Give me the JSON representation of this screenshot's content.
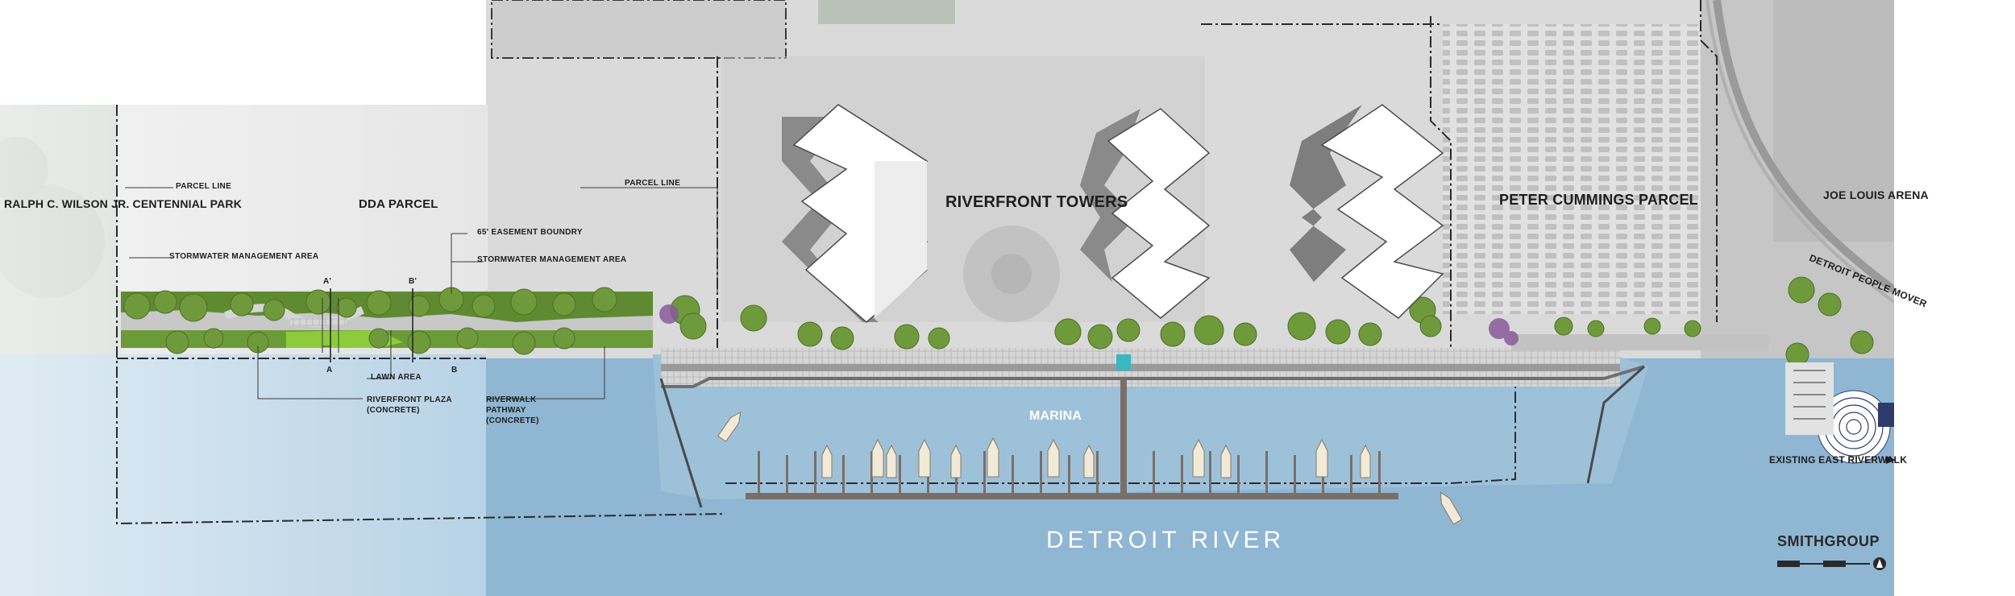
{
  "map": {
    "site_labels": {
      "park": "RALPH C. WILSON JR. CENTENNIAL PARK",
      "dda_parcel": "DDA PARCEL",
      "riverfront_towers": "RIVERFRONT TOWERS",
      "peter_cummings_parcel": "PETER CUMMINGS PARCEL",
      "joe_louis_arena": "JOE LOUIS ARENA",
      "detroit_people_mover": "DETROIT PEOPLE MOVER",
      "existing_east_riverwalk": "EXISTING EAST RIVERWALK",
      "marina": "MARINA",
      "detroit_river": "DETROIT RIVER"
    },
    "annotations": {
      "parcel_line_left": "PARCEL LINE",
      "parcel_line_right": "PARCEL LINE",
      "stormwater_left": "STORMWATER MANAGEMENT AREA",
      "easement": "65' EASEMENT BOUNDRY",
      "stormwater_right": "STORMWATER MANAGEMENT AREA",
      "lawn_area": "LAWN AREA",
      "riverfront_plaza": "RIVERFRONT PLAZA (CONCRETE)",
      "riverwalk_pathway": "RIVERWALK PATHWAY (CONCRETE)"
    },
    "section_markers": {
      "a_top": "A'",
      "b_top": "B'",
      "a_bottom": "A",
      "b_bottom": "B"
    },
    "logo": "SMITHGROUP",
    "colors": {
      "water": "#8fb6d3",
      "water_light": "#b8d3e6",
      "land": "#d9d9d9",
      "tower": "#ffffff",
      "vegetation": "#6e9a3c",
      "lawn": "#8ccc3a",
      "flowering_tree": "#8a5a9a",
      "promenade": "#cfcfcf"
    }
  }
}
